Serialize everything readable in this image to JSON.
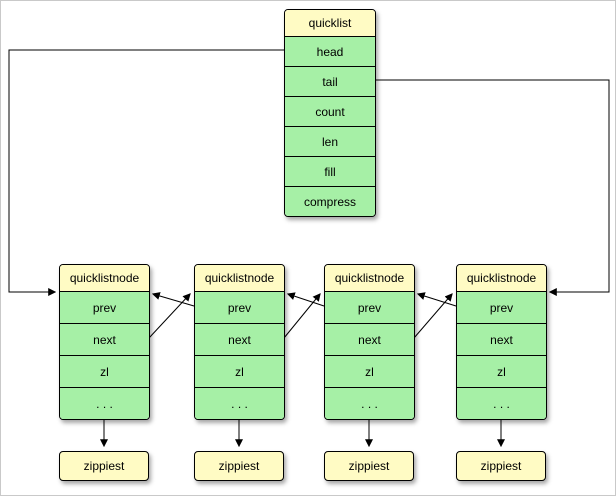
{
  "colors": {
    "canvas_bg": "#FFFFFF",
    "header_fill": "#FFFBC4",
    "field_fill": "#A6F0A6",
    "line": "#000000"
  },
  "quicklist": {
    "title": "quicklist",
    "fields": [
      "head",
      "tail",
      "count",
      "len",
      "fill",
      "compress"
    ]
  },
  "nodes": [
    {
      "title": "quicklistnode",
      "fields": [
        "prev",
        "next",
        "zl",
        ". . ."
      ]
    },
    {
      "title": "quicklistnode",
      "fields": [
        "prev",
        "next",
        "zl",
        ". . ."
      ]
    },
    {
      "title": "quicklistnode",
      "fields": [
        "prev",
        "next",
        "zl",
        ". . ."
      ]
    },
    {
      "title": "quicklistnode",
      "fields": [
        "prev",
        "next",
        "zl",
        ". . ."
      ]
    }
  ],
  "ziplists": [
    {
      "label": "zippiest"
    },
    {
      "label": "zippiest"
    },
    {
      "label": "zippiest"
    },
    {
      "label": "zippiest"
    }
  ]
}
